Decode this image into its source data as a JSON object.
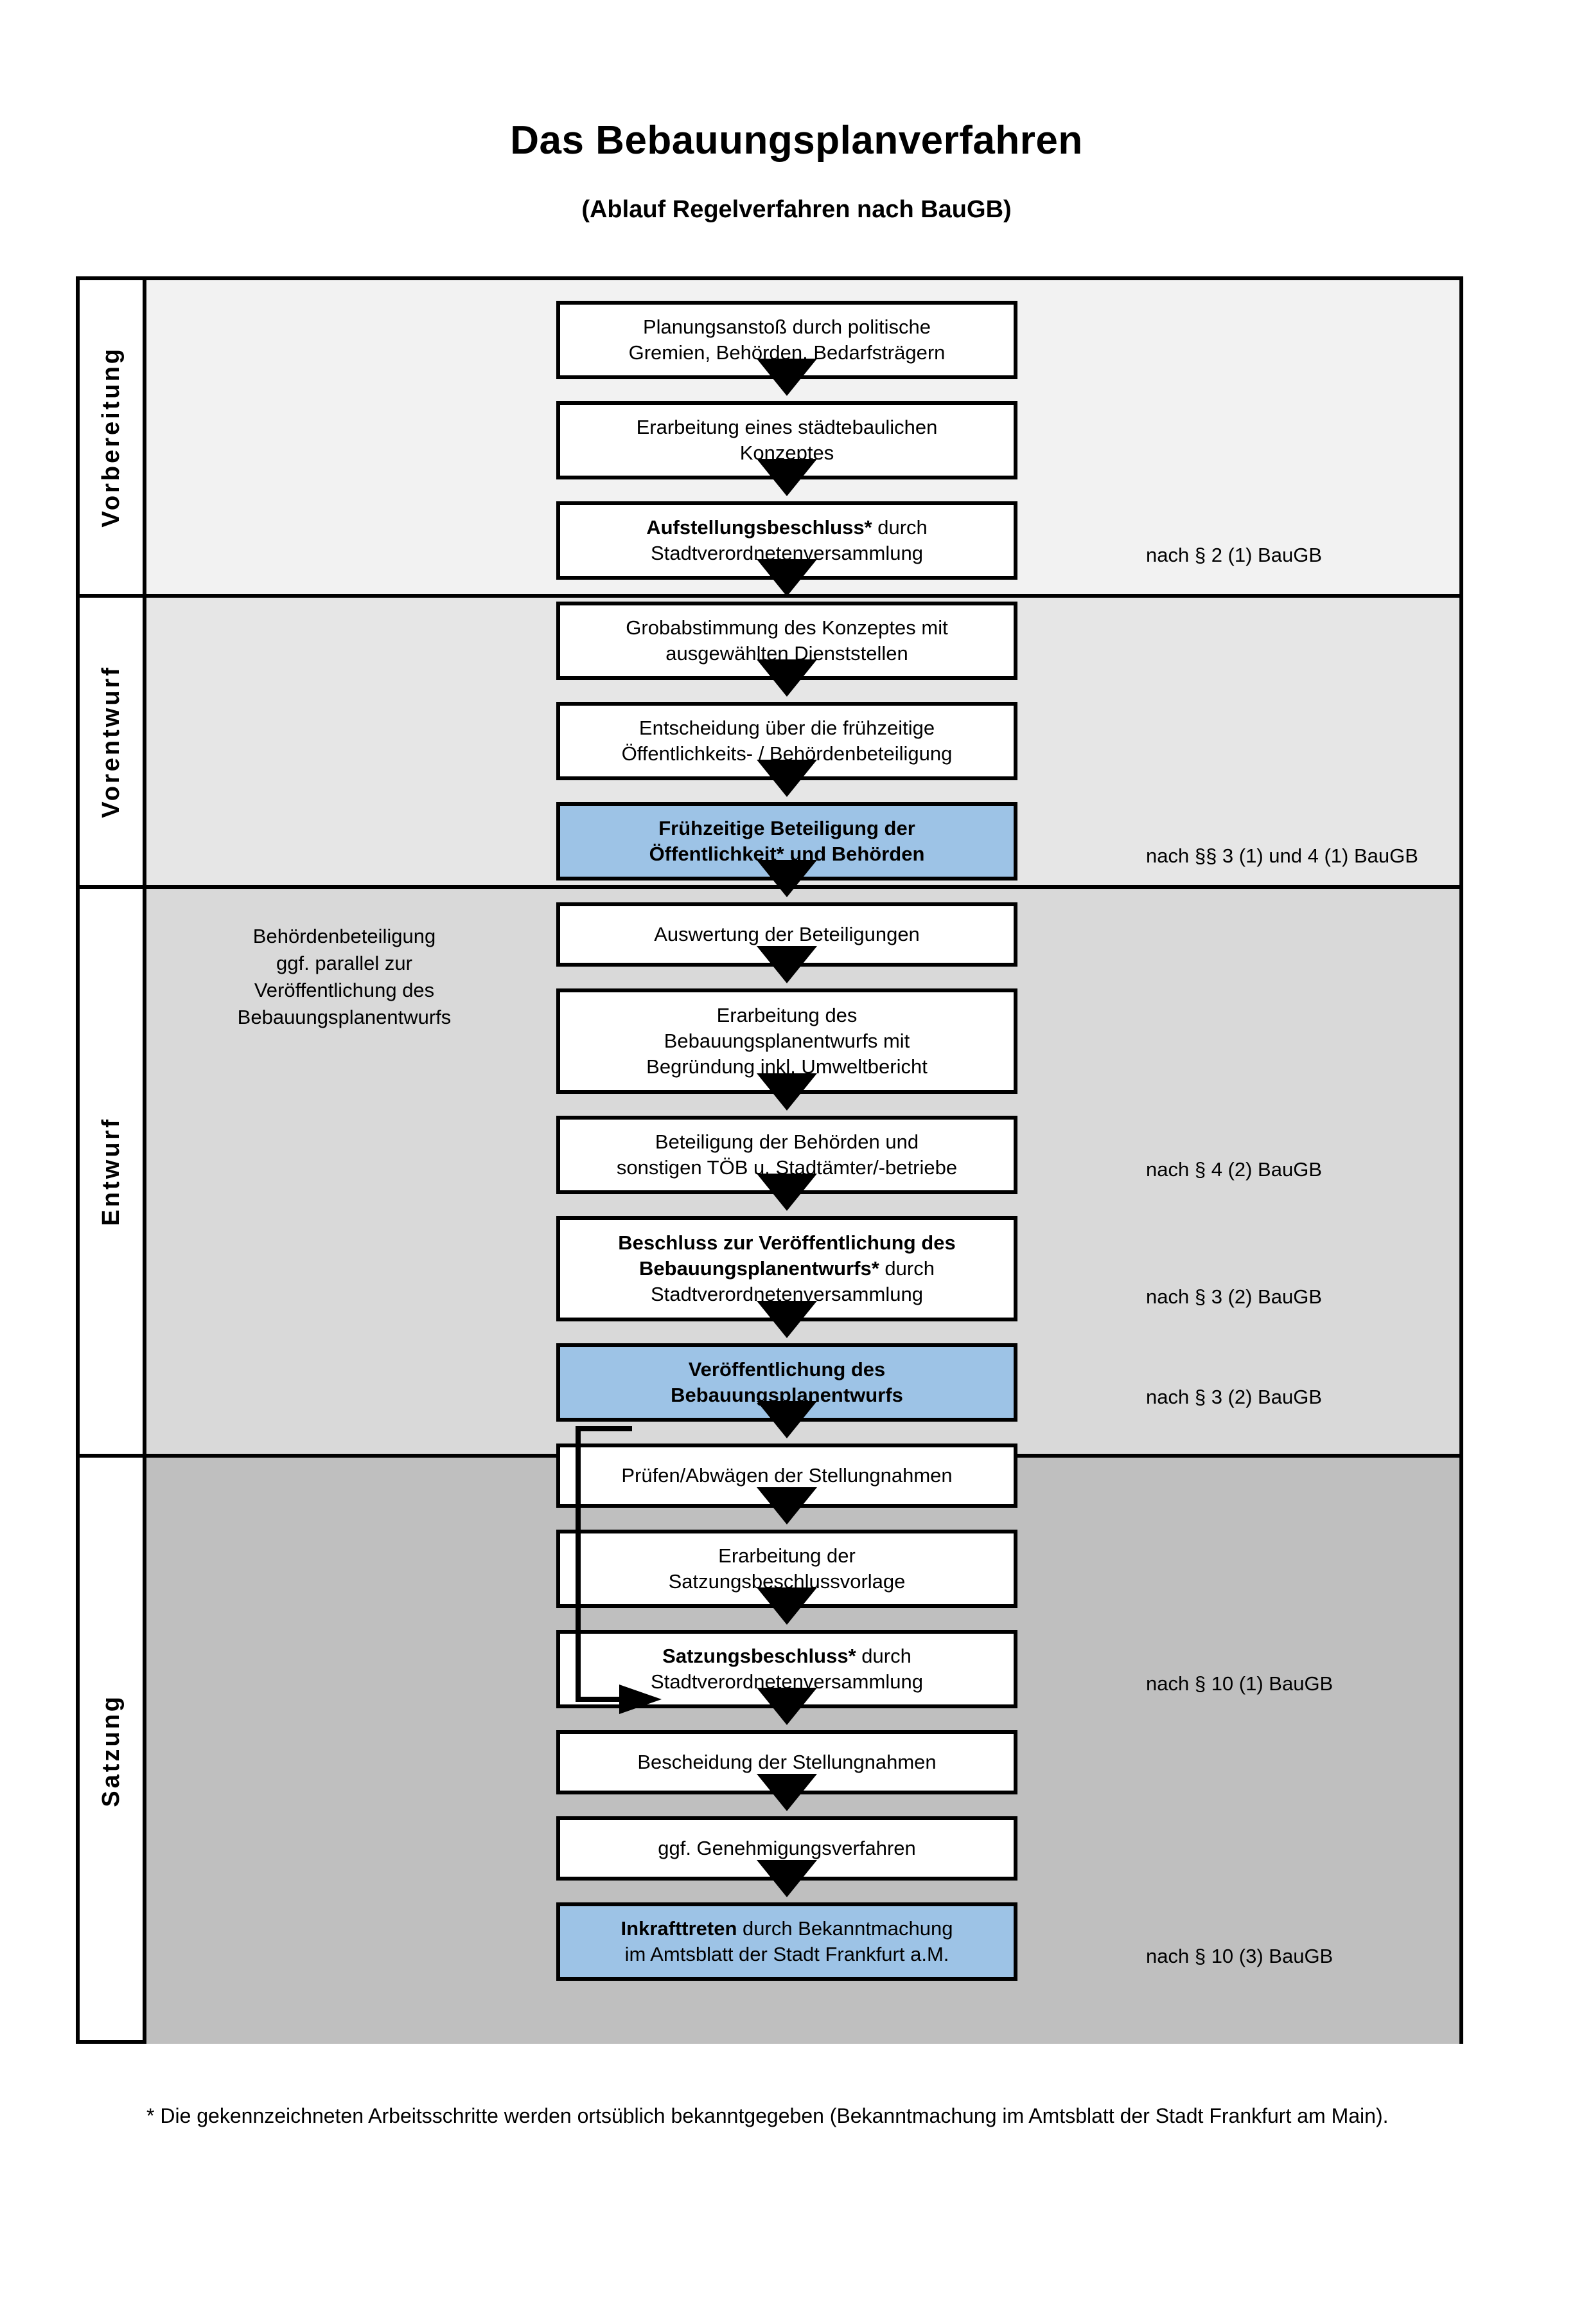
{
  "title": {
    "main": "Das Bebauungsplanverfahren",
    "subtitle": "(Ablauf Regelverfahren nach BauGB)"
  },
  "colors": {
    "highlight_box": "#9dc3e6",
    "band_vorbereitung": "#f2f2f2",
    "band_vorentwurf": "#e6e6e6",
    "band_entwurf": "#d9d9d9",
    "band_satzung": "#bfbfbf",
    "outline": "#000000"
  },
  "phases": [
    {
      "key": "vorbereitung",
      "label": "Vorbereitung"
    },
    {
      "key": "vorentwurf",
      "label": "Vorentwurf"
    },
    {
      "key": "entwurf",
      "label": "Entwurf"
    },
    {
      "key": "satzung",
      "label": "Satzung"
    }
  ],
  "steps": [
    {
      "id": 1,
      "phase": "vorbereitung",
      "highlight": false,
      "lines": [
        "Planungsanstoß durch politische",
        "Gremien, Behörden, Bedarfsträgern"
      ],
      "bold_lines": []
    },
    {
      "id": 2,
      "phase": "vorbereitung",
      "highlight": false,
      "lines": [
        "Erarbeitung eines städtebaulichen",
        "Konzeptes"
      ],
      "bold_lines": []
    },
    {
      "id": 3,
      "phase": "vorbereitung",
      "highlight": false,
      "lines": [
        "Aufstellungsbeschluss* durch",
        "Stadtverordnetenversammlung"
      ],
      "bold_prefix": "Aufstellungsbeschluss*"
    },
    {
      "id": 4,
      "phase": "vorentwurf",
      "highlight": false,
      "lines": [
        "Grobabstimmung des Konzeptes mit",
        "ausgewählten Dienststellen"
      ],
      "bold_lines": []
    },
    {
      "id": 5,
      "phase": "vorentwurf",
      "highlight": false,
      "lines": [
        "Entscheidung über die frühzeitige",
        "Öffentlichkeits- / Behördenbeteiligung"
      ],
      "bold_lines": []
    },
    {
      "id": 6,
      "phase": "vorentwurf",
      "highlight": true,
      "lines": [
        "Frühzeitige Beteiligung der",
        "Öffentlichkeit* und Behörden"
      ],
      "bold_lines": [
        0,
        1
      ]
    },
    {
      "id": 7,
      "phase": "entwurf",
      "highlight": false,
      "lines": [
        "Auswertung der Beteiligungen"
      ],
      "bold_lines": []
    },
    {
      "id": 8,
      "phase": "entwurf",
      "highlight": false,
      "lines": [
        "Erarbeitung des",
        "Bebauungsplanentwurfs mit",
        "Begründung inkl. Umweltbericht"
      ],
      "bold_lines": []
    },
    {
      "id": 9,
      "phase": "entwurf",
      "highlight": false,
      "lines": [
        "Beteiligung der Behörden und",
        "sonstigen TÖB u. Stadtämter/-betriebe"
      ],
      "bold_lines": []
    },
    {
      "id": 10,
      "phase": "entwurf",
      "highlight": false,
      "lines": [
        "Beschluss zur Veröffentlichung des",
        "Bebauungsplanentwurfs* durch",
        "Stadtverordnetenversammlung"
      ],
      "bold_prefix": "Beschluss zur Veröffentlichung des Bebauungsplanentwurfs*"
    },
    {
      "id": 11,
      "phase": "entwurf",
      "highlight": true,
      "lines": [
        "Veröffentlichung des",
        "Bebauungsplanentwurfs"
      ],
      "bold_lines": [
        0,
        1
      ]
    },
    {
      "id": 12,
      "phase": "satzung",
      "highlight": false,
      "lines": [
        "Prüfen/Abwägen der Stellungnahmen"
      ],
      "bold_lines": []
    },
    {
      "id": 13,
      "phase": "satzung",
      "highlight": false,
      "lines": [
        "Erarbeitung der",
        "Satzungsbeschlussvorlage"
      ],
      "bold_lines": []
    },
    {
      "id": 14,
      "phase": "satzung",
      "highlight": false,
      "lines": [
        "Satzungsbeschluss* durch",
        "Stadtverordnetenversammlung"
      ],
      "bold_prefix": "Satzungsbeschluss*"
    },
    {
      "id": 15,
      "phase": "satzung",
      "highlight": false,
      "lines": [
        "Bescheidung der Stellungnahmen"
      ],
      "bold_lines": []
    },
    {
      "id": 16,
      "phase": "satzung",
      "highlight": false,
      "lines": [
        "ggf. Genehmigungsverfahren"
      ],
      "bold_lines": []
    },
    {
      "id": 17,
      "phase": "satzung",
      "highlight": true,
      "lines": [
        "Inkrafttreten durch Bekanntmachung",
        "im Amtsblatt der Stadt Frankfurt a.M."
      ],
      "bold_prefix": "Inkrafttreten"
    }
  ],
  "box_text": {
    "s1_l1": "Planungsanstoß durch politische",
    "s1_l2": "Gremien, Behörden, Bedarfsträgern",
    "s2_l1": "Erarbeitung eines städtebaulichen",
    "s2_l2": "Konzeptes",
    "s3_b": "Aufstellungsbeschluss*",
    "s3_l1": " durch",
    "s3_l2": "Stadtverordnetenversammlung",
    "s4_l1": "Grobabstimmung des Konzeptes mit",
    "s4_l2": "ausgewählten Dienststellen",
    "s5_l1": "Entscheidung über die frühzeitige",
    "s5_l2": "Öffentlichkeits- / Behördenbeteiligung",
    "s6_l1": "Frühzeitige Beteiligung der",
    "s6_l2": "Öffentlichkeit* und Behörden",
    "s7_l1": "Auswertung der Beteiligungen",
    "s8_l1": "Erarbeitung des",
    "s8_l2": "Bebauungsplanentwurfs mit",
    "s8_l3": "Begründung inkl. Umweltbericht",
    "s9_l1": "Beteiligung der Behörden und",
    "s9_l2": "sonstigen TÖB u. Stadtämter/-betriebe",
    "s10_b1": "Beschluss zur Veröffentlichung des",
    "s10_b2": "Bebauungsplanentwurfs*",
    "s10_l2": " durch",
    "s10_l3": "Stadtverordnetenversammlung",
    "s11_l1": "Veröffentlichung des",
    "s11_l2": "Bebauungsplanentwurfs",
    "s12_l1": "Prüfen/Abwägen der Stellungnahmen",
    "s13_l1": "Erarbeitung der",
    "s13_l2": "Satzungsbeschlussvorlage",
    "s14_b": "Satzungsbeschluss*",
    "s14_l1": " durch",
    "s14_l2": "Stadtverordnetenversammlung",
    "s15_l1": "Bescheidung der Stellungnahmen",
    "s16_l1": "ggf. Genehmigungsverfahren",
    "s17_b": "Inkrafttreten",
    "s17_l1": " durch Bekanntmachung",
    "s17_l2": "im Amtsblatt der Stadt Frankfurt a.M."
  },
  "references": [
    {
      "id": "ref-1",
      "text": "nach § 2 (1) BauGB",
      "for_step": 3
    },
    {
      "id": "ref-2",
      "text": "nach §§ 3 (1) und 4 (1) BauGB",
      "for_step": 6
    },
    {
      "id": "ref-3",
      "text": "nach § 4 (2) BauGB",
      "for_step": 9
    },
    {
      "id": "ref-4",
      "text": "nach § 3 (2) BauGB",
      "for_step": 10
    },
    {
      "id": "ref-5",
      "text": "nach § 3 (2) BauGB",
      "for_step": 11
    },
    {
      "id": "ref-6",
      "text": "nach § 10 (1) BauGB",
      "for_step": 14
    },
    {
      "id": "ref-7",
      "text": "nach § 10 (3) BauGB",
      "for_step": 17
    }
  ],
  "side_note": {
    "line1": "Behördenbeteiligung",
    "line2": "ggf. parallel zur",
    "line3": "Veröffentlichung des",
    "line4": "Bebauungsplanentwurfs"
  },
  "footnote": {
    "text": "* Die gekennzeichneten Arbeitsschritte werden ortsüblich bekanntgegeben (Bekanntmachung im Amtsblatt  der Stadt Frankfurt am Main)."
  }
}
